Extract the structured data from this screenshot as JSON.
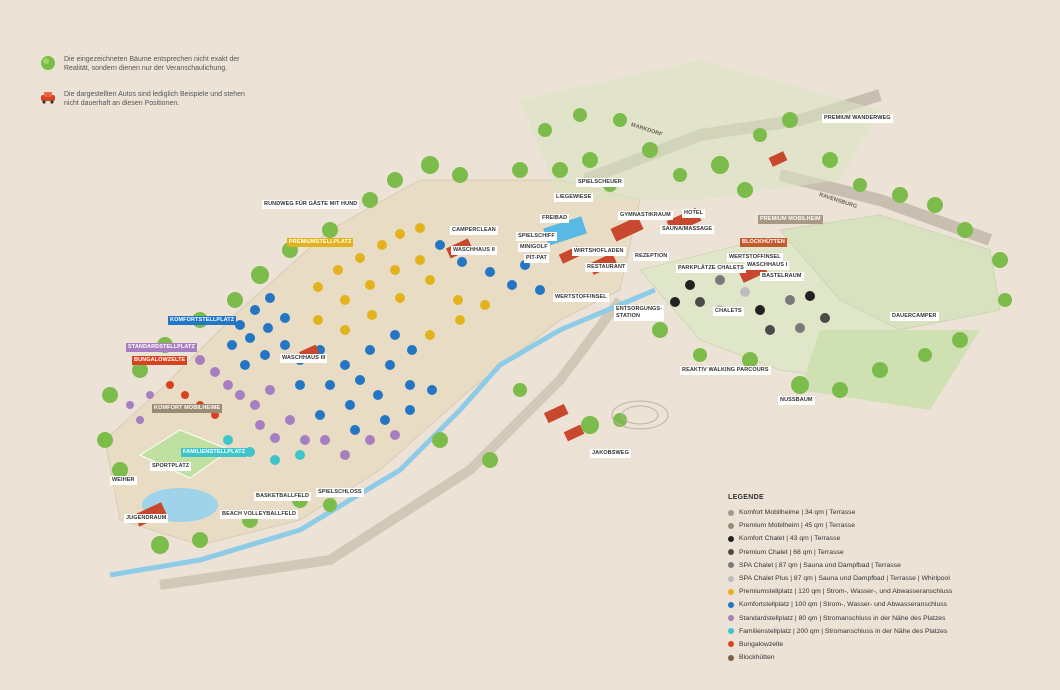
{
  "notes": [
    {
      "icon": "tree-icon",
      "text": "Die eingezeichneten Bäume entsprechen nicht exakt der\nRealität, sondern dienen nur der Veranschaulichung."
    },
    {
      "icon": "car-icon",
      "text": "Die dargestellten Autos sind lediglich Beispiele und stehen\nnicht dauerhaft an diesen Positionen."
    }
  ],
  "labels": {
    "premium_wanderweg": "PREMIUM WANDERWEG",
    "markdorf": "MARKDORF",
    "ravensburg": "RAVENSBURG",
    "rundweg": "RUNDWEG FÜR GÄSTE MIT HUND",
    "liegewiese": "LIEGEWIESE",
    "spielscheuer": "SPIELSCHEUER",
    "freibad": "FREIBAD",
    "gymnastikraum": "GYMNASTIKRAUM",
    "hotel": "HOTEL",
    "sauna": "SAUNA/MASSAGE",
    "premium_mobilheim": "PREMIUM MOBILHEIM",
    "camperclean": "CAMPERCLEAN",
    "premiumstellplatz": "PREMIUMSTELLPLATZ",
    "waschhaus2": "WASCHHAUS II",
    "spielschiff": "SPIELSCHIFF",
    "minigolf": "MINIGOLF",
    "pitpat": "PIT-PAT",
    "wirtshofladen": "WIRTSHOFLADEN",
    "rezeption": "REZEPTION",
    "blockhuetten": "BLOCKHÜTTEN",
    "restaurant": "RESTAURANT",
    "parkplaetze": "PARKPLÄTZE CHALETS",
    "wertstoffinsel1": "WERTSTOFFINSEL",
    "waschhaus1": "WASCHHAUS I",
    "bastelraum": "BASTELRAUM",
    "wertstoffinsel2": "WERTSTOFFINSEL",
    "entsorgung": "ENTSORGUNGS-\nSTATION",
    "chalets": "CHALETS",
    "dauercamper": "DAUERCAMPER",
    "komfortstellplatz": "KOMFORTSTELLPLATZ",
    "standardstellplatz": "STANDARDSTELLPLATZ",
    "bungalowzelte": "BUNGALOWZELTE",
    "waschhaus3": "WASCHHAUS III",
    "reaktiv": "REAKTIV WALKING PARCOURS",
    "nussbaum": "NUSSBAUM",
    "komfort_mobilheime": "KOMFORT MOBILHEIME",
    "familienstellplatz": "FAMILIENSTELLPLATZ",
    "sportplatz": "SPORTPLATZ",
    "jakobsweg": "JAKOBSWEG",
    "weiher": "WEIHER",
    "basketballfeld": "BASKETBALLFELD",
    "spielschloss": "SPIELSCHLOSS",
    "jugendraum": "JUGENDRAUM",
    "beachvolleyball": "BEACH VOLLEYBALLFELD"
  },
  "legend": {
    "title": "LEGENDE",
    "items": [
      {
        "color": "#a89a82",
        "text": "Komfort Mobilheime | 34 qm | Terrasse"
      },
      {
        "color": "#9b8a74",
        "text": "Premium Mobilheim | 45 qm | Terrasse"
      },
      {
        "color": "#222222",
        "text": "Komfort Chalet | 43 qm | Terrasse"
      },
      {
        "color": "#4a4a4a",
        "text": "Premium Chalet | 68 qm | Terrasse"
      },
      {
        "color": "#7a7a7a",
        "text": "SPA Chalet | 87 qm | Sauna und Dampfbad | Terrasse"
      },
      {
        "color": "#bdbdbd",
        "text": "SPA Chalet Plus | 87 qm | Sauna und Dampfbad | Terrasse | Whirlpool"
      },
      {
        "color": "#e3b21c",
        "text": "Premiumstellplatz | 120 qm | Strom-, Wasser-, und Abwasseranschluss"
      },
      {
        "color": "#2276c3",
        "text": "Komfortstellplatz | 100 qm | Strom-, Wasser- und Abwasseranschluss"
      },
      {
        "color": "#a77fc0",
        "text": "Standardstellplatz | 80 qm | Stromanschluss in der Nähe des Platzes"
      },
      {
        "color": "#3ec4c9",
        "text": "Familienstellplatz | 200 qm | Stromanschluss in der Nähe des Platzes"
      },
      {
        "color": "#d8431f",
        "text": "Bungalowzelte"
      },
      {
        "color": "#7a6248",
        "text": "Blockhütten"
      }
    ]
  }
}
